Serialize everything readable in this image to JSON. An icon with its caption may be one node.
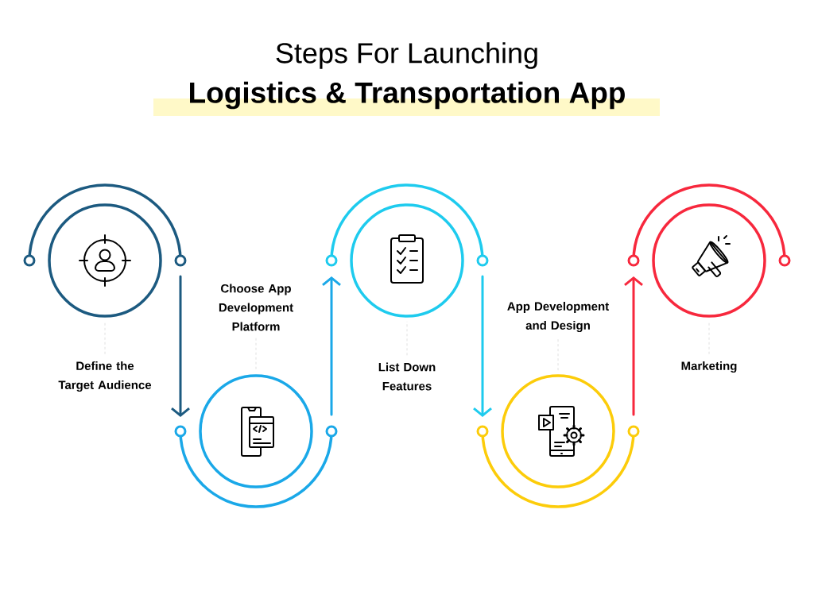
{
  "diagram": {
    "title": "Steps For Launching",
    "nodes": [
      {
        "text": [],
        "shape": "circle"
      },
      {
        "text": [],
        "shape": "circle"
      },
      {
        "text": [],
        "shape": "circle"
      },
      {
        "text": [],
        "shape": "circle"
      },
      {
        "text": [],
        "shape": "circle"
      },
      {
        "text": [
          "Define the Target Audience"
        ]
      },
      {
        "text": [
          "Choose App Development Platform"
        ]
      },
      {
        "text": [
          "List Down Features"
        ]
      },
      {
        "text": [
          "App Development and Design"
        ]
      },
      {
        "text": [
          "Marketing"
        ]
      }
    ],
    "edges": [
      {
        "from": 0,
        "to": 1,
        "arrow": "to",
        "style": "thick",
        "color": "#1c5a80"
      },
      {
        "from": 1,
        "to": 2,
        "arrow": "to",
        "style": "thick",
        "color": "#1aa8e8"
      },
      {
        "from": 2,
        "to": 3,
        "arrow": "to",
        "style": "thick",
        "color": "#1ecbee"
      },
      {
        "from": 3,
        "to": 4,
        "arrow": "to",
        "style": "thick",
        "color": "#f7283d"
      },
      {
        "from": 5,
        "to": 0,
        "arrow": "none",
        "style": "dashed",
        "color": "#dddddd"
      },
      {
        "from": 6,
        "to": 1,
        "arrow": "none",
        "style": "dashed",
        "color": "#dddddd"
      },
      {
        "from": 7,
        "to": 2,
        "arrow": "none",
        "style": "dashed",
        "color": "#dddddd"
      },
      {
        "from": 8,
        "to": 3,
        "arrow": "none",
        "style": "dashed",
        "color": "#dddddd"
      },
      {
        "from": 9,
        "to": 4,
        "arrow": "none",
        "style": "dashed",
        "color": "#dddddd"
      }
    ],
    "labels": [
      "Logistics & Transportation App"
    ]
  }
}
